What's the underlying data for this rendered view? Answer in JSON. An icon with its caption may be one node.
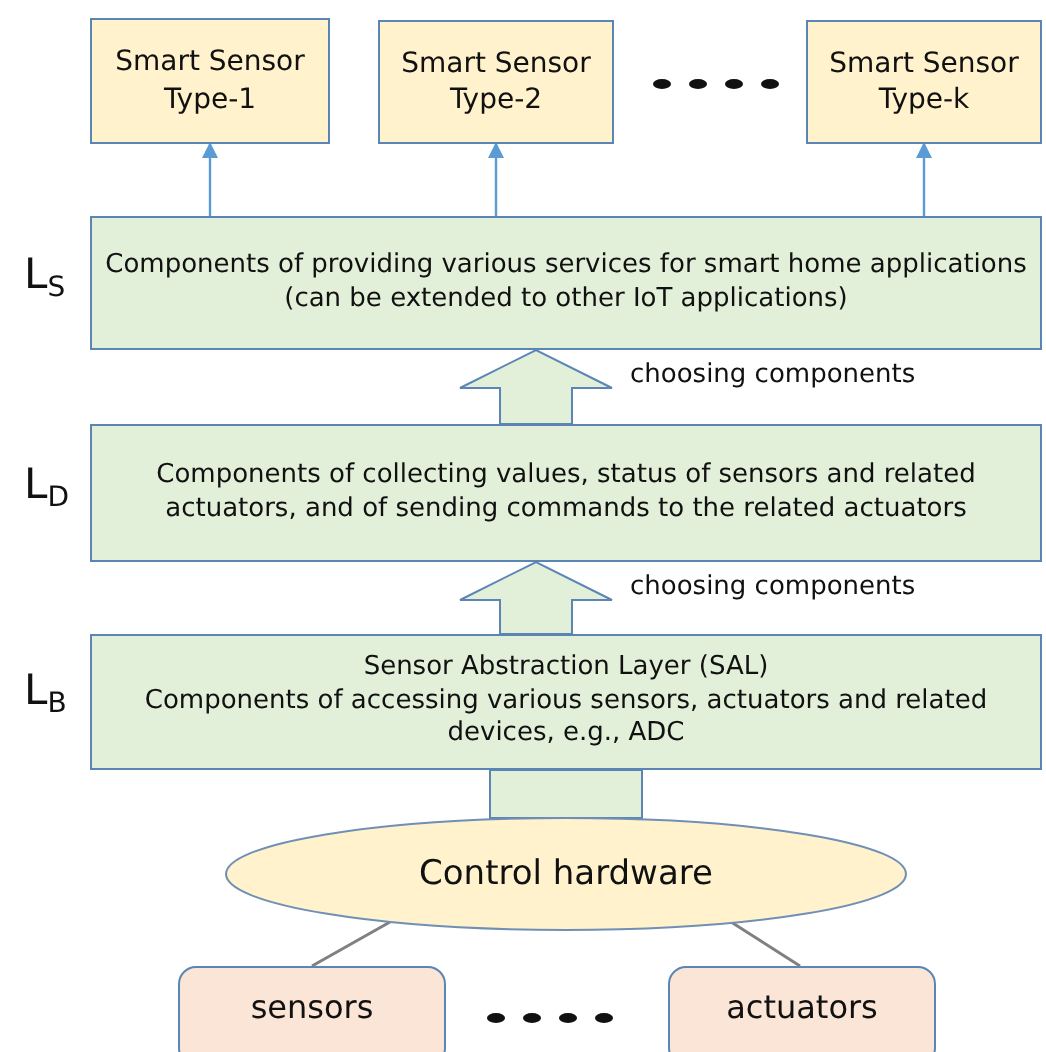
{
  "diagram": {
    "nodes": [
      {
        "text": [
          "Smart Sensor Type-1"
        ]
      },
      {
        "text": [
          "Smart Sensor Type-2"
        ]
      },
      {
        "text": [
          "Smart Sensor Type-k"
        ]
      },
      {
        "text": [
          "Components of providing various services for smart home applications (can be extended to other IoT applications)"
        ]
      },
      {
        "text": [
          "Components of collecting values, status of sensors and related actuators, and of sending commands to the related actuators"
        ]
      },
      {
        "text": [
          "Sensor Abstraction Layer (SAL)",
          "Components of accessing various sensors, actuators and related devices, e.g., ADC"
        ]
      },
      {
        "text": [
          "Control hardware"
        ]
      },
      {
        "text": [
          "sensors"
        ]
      },
      {
        "text": [
          "actuators"
        ]
      }
    ],
    "edges": [
      {
        "from": 3,
        "to": 0,
        "arrow": "to"
      },
      {
        "from": 3,
        "to": 1,
        "arrow": "to"
      },
      {
        "from": 3,
        "to": 2,
        "arrow": "to"
      },
      {
        "from": 4,
        "to": 3,
        "arrow": "to",
        "style": "thick",
        "label": "choosing components"
      },
      {
        "from": 5,
        "to": 4,
        "arrow": "to",
        "style": "thick",
        "label": "choosing components"
      },
      {
        "from": 6,
        "to": 5,
        "arrow": "none",
        "style": "thick"
      },
      {
        "from": 6,
        "to": 7,
        "arrow": "none",
        "color": "#808080"
      },
      {
        "from": 6,
        "to": 8,
        "arrow": "none",
        "color": "#808080"
      }
    ],
    "labels": [
      "L$_{S}$",
      "L$_{D}$",
      "L$_{B}$"
    ]
  }
}
